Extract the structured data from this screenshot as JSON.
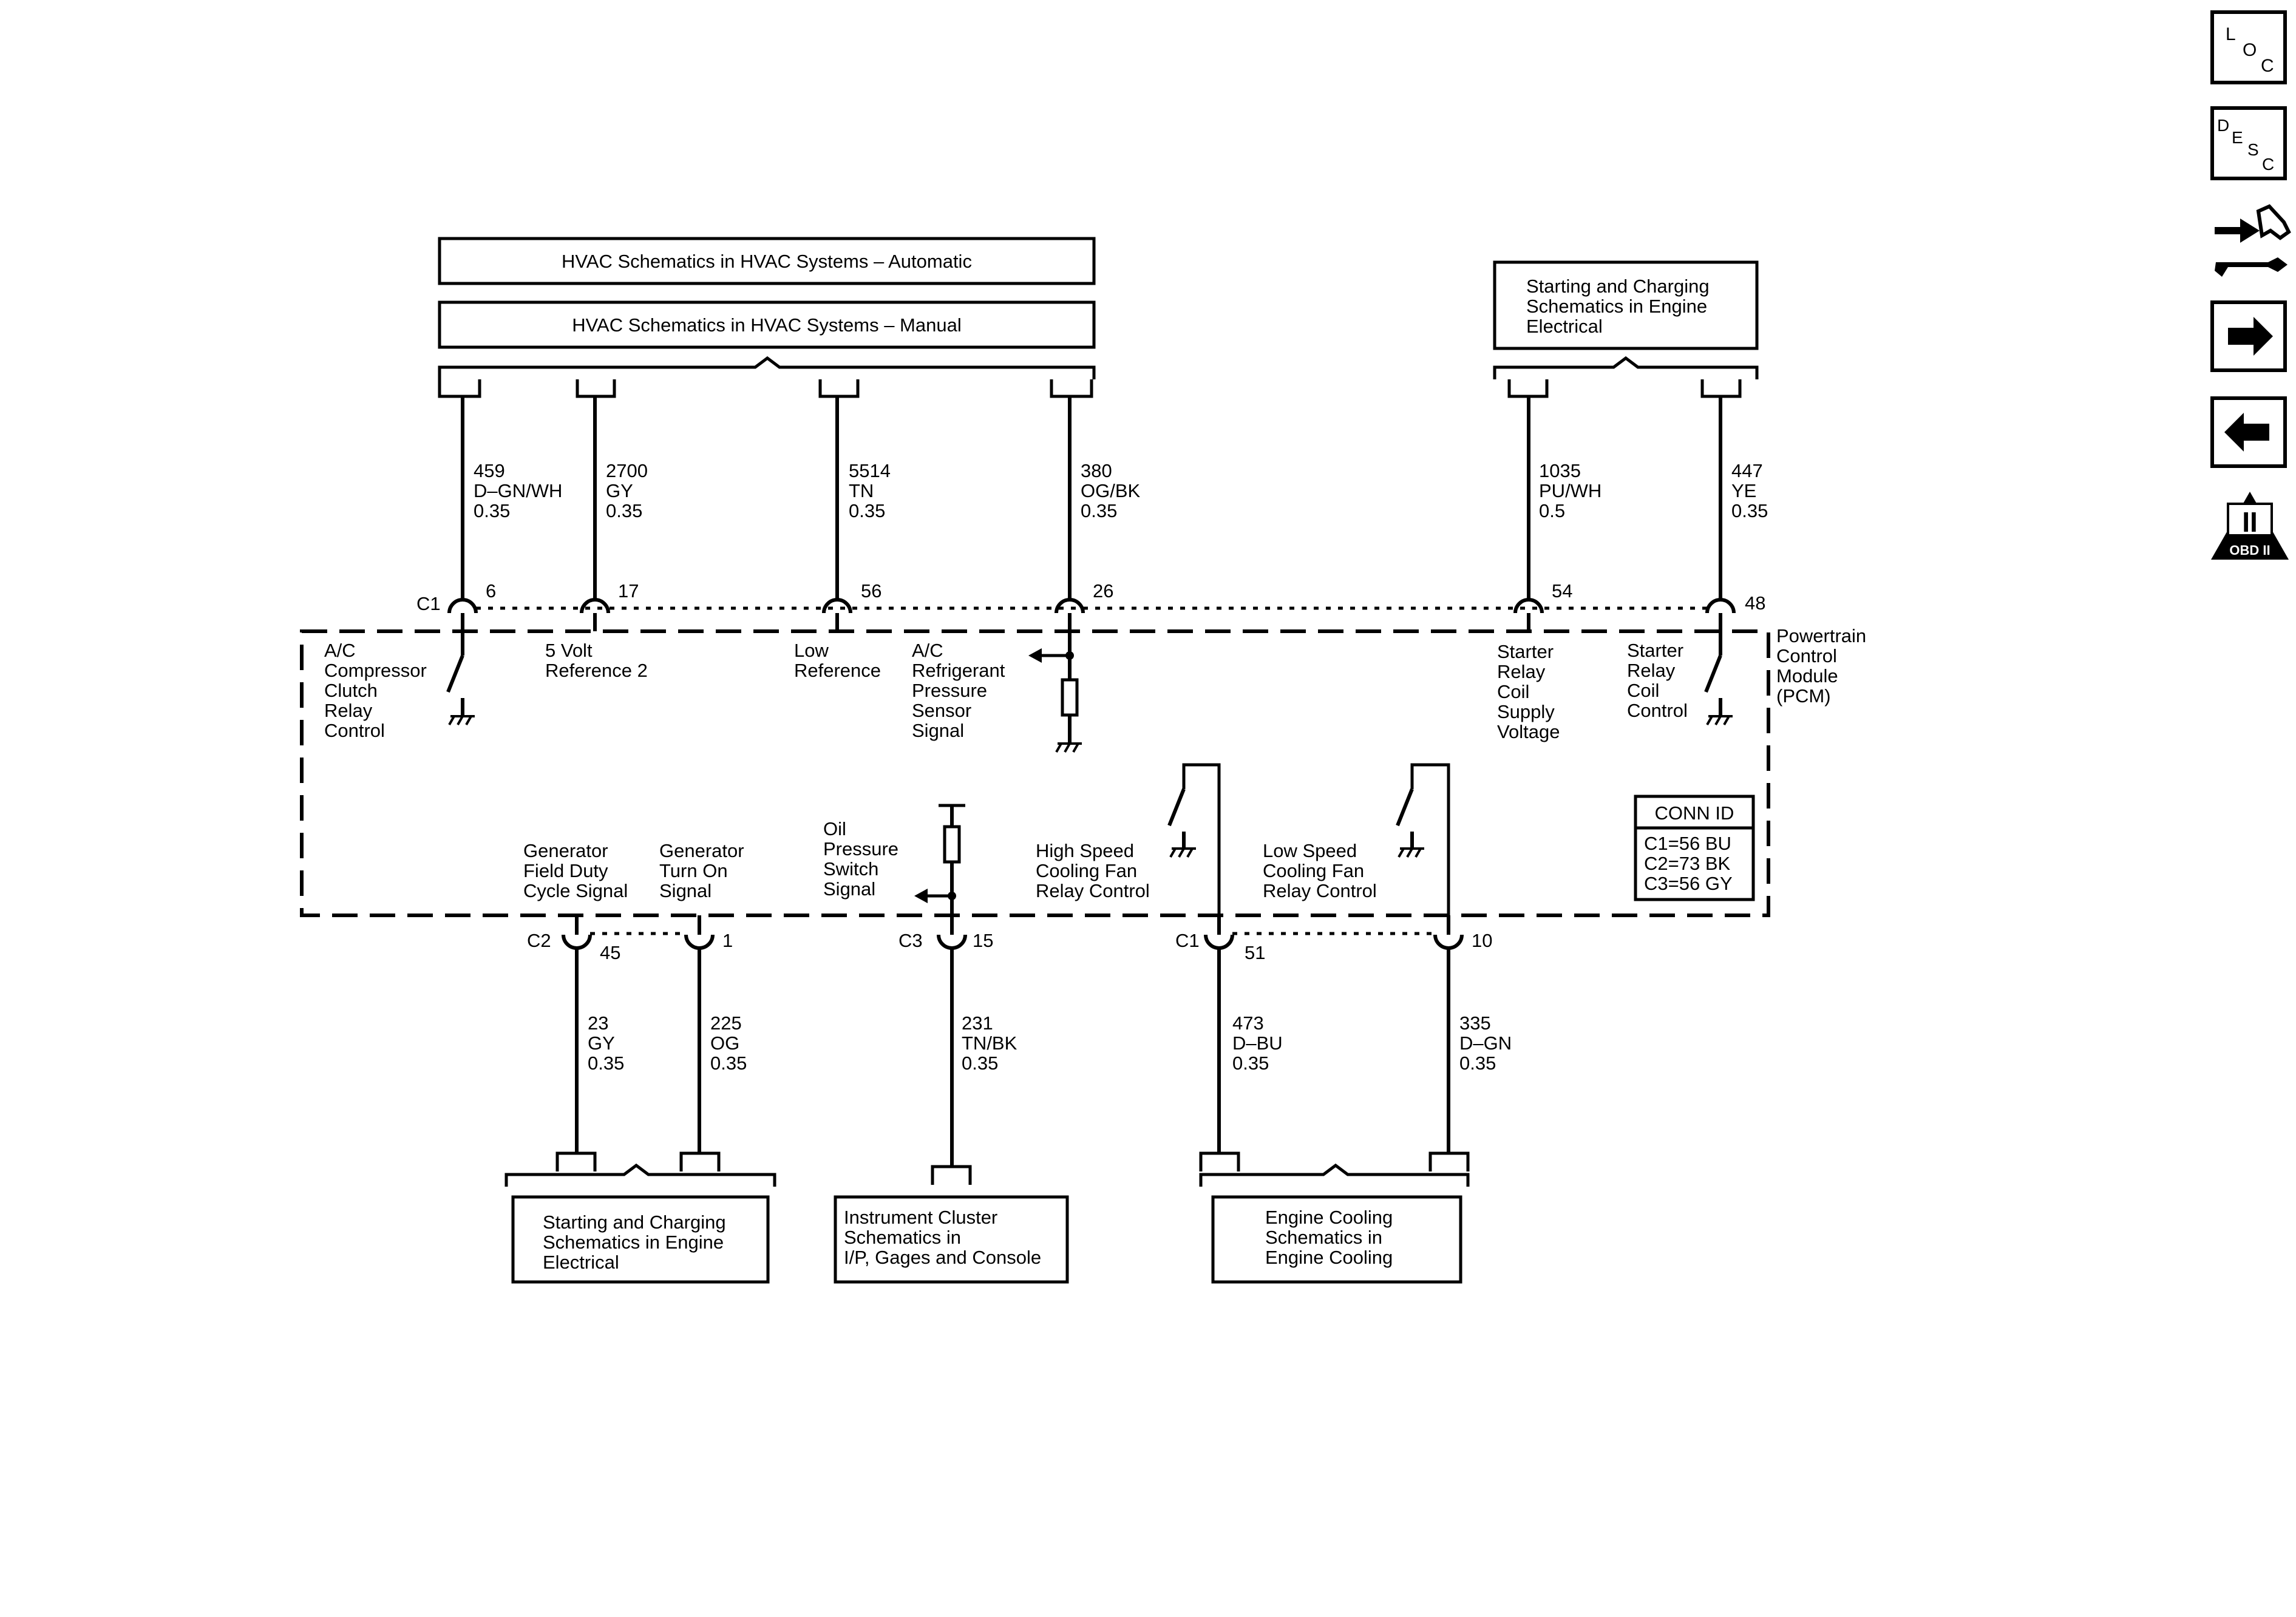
{
  "references": {
    "hvac_auto": "HVAC Schematics in HVAC Systems – Automatic",
    "hvac_manual": "HVAC Schematics in HVAC Systems – Manual",
    "starting_charging_top": [
      "Starting and Charging",
      "Schematics in Engine",
      "Electrical"
    ],
    "starting_charging_bottom": [
      "Starting and Charging",
      "Schematics in Engine",
      "Electrical"
    ],
    "instrument_cluster": [
      "Instrument Cluster",
      "Schematics in",
      "I/P, Gages and Console"
    ],
    "engine_cooling": [
      "Engine Cooling",
      "Schematics in",
      "Engine Cooling"
    ]
  },
  "module": {
    "name": [
      "Powertrain",
      "Control",
      "Module",
      "(PCM)"
    ],
    "conn_id_title": "CONN ID",
    "conn_ids": [
      "C1=56 BU",
      "C2=73 BK",
      "C3=56 GY"
    ]
  },
  "top_circuits": [
    {
      "connector": "C1",
      "pin": "6",
      "circuit": "459",
      "color": "D–GN/WH",
      "gauge": "0.35",
      "function": [
        "A/C",
        "Compressor",
        "Clutch",
        "Relay",
        "Control"
      ]
    },
    {
      "connector": "",
      "pin": "17",
      "circuit": "2700",
      "color": "GY",
      "gauge": "0.35",
      "function": [
        "5 Volt",
        "Reference 2"
      ]
    },
    {
      "connector": "",
      "pin": "56",
      "circuit": "5514",
      "color": "TN",
      "gauge": "0.35",
      "function": [
        "Low",
        "Reference"
      ]
    },
    {
      "connector": "",
      "pin": "26",
      "circuit": "380",
      "color": "OG/BK",
      "gauge": "0.35",
      "function": [
        "A/C",
        "Refrigerant",
        "Pressure",
        "Sensor",
        "Signal"
      ]
    },
    {
      "connector": "",
      "pin": "54",
      "circuit": "1035",
      "color": "PU/WH",
      "gauge": "0.5",
      "function": [
        "Starter",
        "Relay",
        "Coil",
        "Supply",
        "Voltage"
      ]
    },
    {
      "connector": "",
      "pin": "48",
      "circuit": "447",
      "color": "YE",
      "gauge": "0.35",
      "function": [
        "Starter",
        "Relay",
        "Coil",
        "Control"
      ]
    }
  ],
  "bottom_circuits": [
    {
      "connector": "C2",
      "pin": "45",
      "circuit": "23",
      "color": "GY",
      "gauge": "0.35",
      "function": [
        "Generator",
        "Field Duty",
        "Cycle Signal"
      ]
    },
    {
      "connector": "",
      "pin": "1",
      "circuit": "225",
      "color": "OG",
      "gauge": "0.35",
      "function": [
        "Generator",
        "Turn On",
        "Signal"
      ]
    },
    {
      "connector": "C3",
      "pin": "15",
      "circuit": "231",
      "color": "TN/BK",
      "gauge": "0.35",
      "function": [
        "Oil",
        "Pressure",
        "Switch",
        "Signal"
      ]
    },
    {
      "connector": "C1",
      "pin": "51",
      "circuit": "473",
      "color": "D–BU",
      "gauge": "0.35",
      "function": [
        "High Speed",
        "Cooling Fan",
        "Relay Control"
      ]
    },
    {
      "connector": "",
      "pin": "10",
      "circuit": "335",
      "color": "D–GN",
      "gauge": "0.35",
      "function": [
        "Low Speed",
        "Cooling Fan",
        "Relay Control"
      ]
    }
  ],
  "nav": {
    "loc": [
      "L",
      "O",
      "C"
    ],
    "desc": [
      "D",
      "E",
      "S",
      "C"
    ],
    "obd": "OBD II",
    "obd_roman": "II",
    "icons": [
      "loc-icon",
      "desc-icon",
      "repair-icon",
      "next-arrow-icon",
      "prev-arrow-icon",
      "obd-ii-icon"
    ]
  }
}
